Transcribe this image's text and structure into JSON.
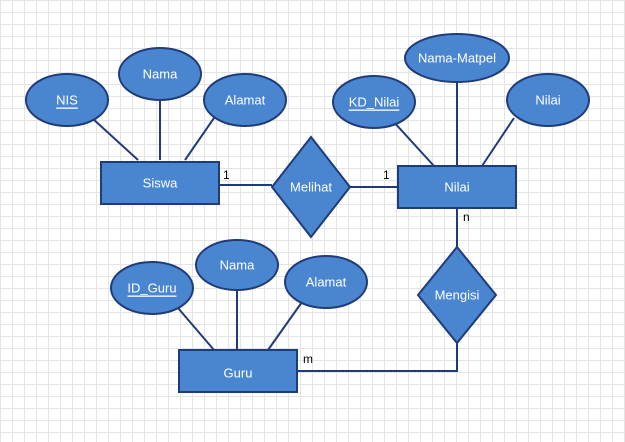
{
  "colors": {
    "fill": "#4a86cf",
    "stroke": "#1f3b78",
    "line": "#1f3b78"
  },
  "entities": {
    "siswa": {
      "label": "Siswa"
    },
    "nilai": {
      "label": "Nilai"
    },
    "guru": {
      "label": "Guru"
    }
  },
  "relationships": {
    "melihat": {
      "label": "Melihat"
    },
    "mengisi": {
      "label": "Mengisi"
    }
  },
  "attributes": {
    "siswa_nis": {
      "label": "NIS",
      "key": true
    },
    "siswa_nama": {
      "label": "Nama",
      "key": false
    },
    "siswa_alamat": {
      "label": "Alamat",
      "key": false
    },
    "nilai_kd": {
      "label": "KD_Nilai",
      "key": true
    },
    "nilai_matpel": {
      "label": "Nama-Matpel",
      "key": false
    },
    "nilai_nilai": {
      "label": "Nilai",
      "key": false
    },
    "guru_id": {
      "label": "ID_Guru",
      "key": true
    },
    "guru_nama": {
      "label": "Nama",
      "key": false
    },
    "guru_alamat": {
      "label": "Alamat",
      "key": false
    }
  },
  "cardinalities": {
    "siswa_melihat": "1",
    "nilai_melihat": "1",
    "nilai_mengisi": "n",
    "guru_mengisi": "m"
  }
}
